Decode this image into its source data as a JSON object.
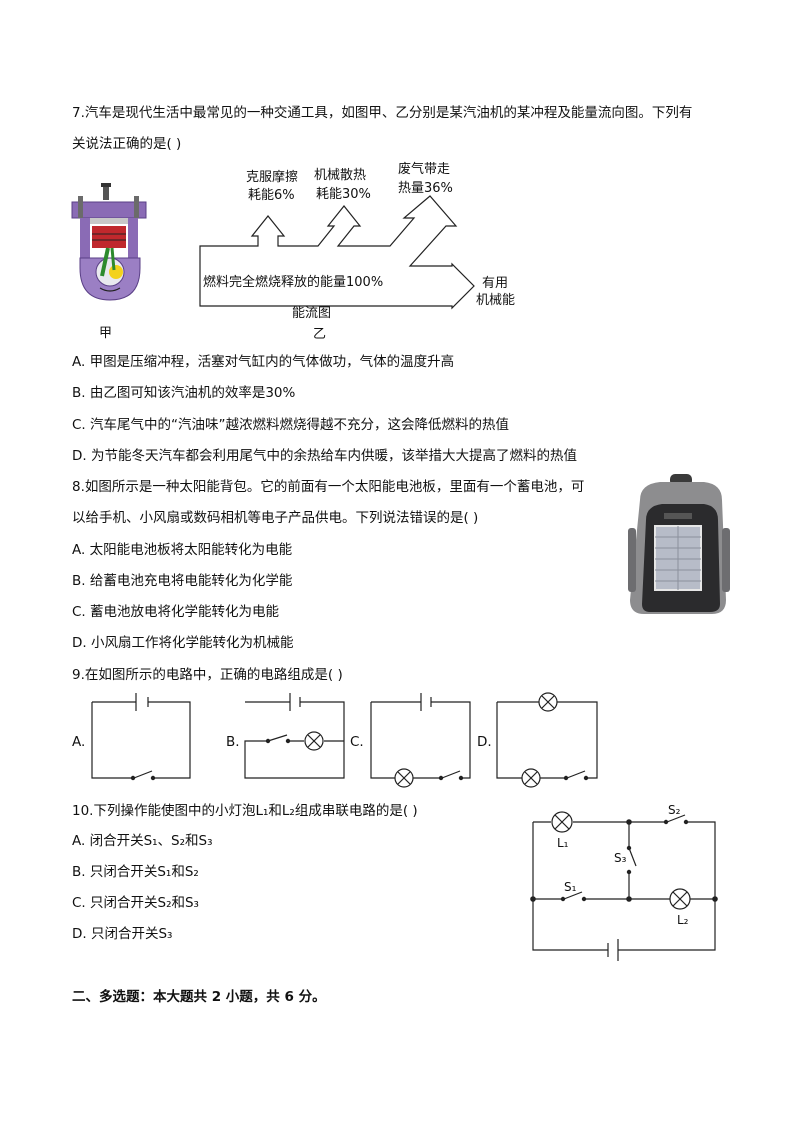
{
  "q7": {
    "stem_line1": "7.汽车是现代生活中最常见的一种交通工具，如图甲、乙分别是某汽油机的某冲程及能量流向图。下列有",
    "stem_line2": "关说法正确的是(   )",
    "fig_jia_label": "甲",
    "fig_yi_label": "乙",
    "flow": {
      "label_friction_1": "克服摩擦",
      "label_friction_2": "耗能6%",
      "label_heat_1": "机械散热",
      "label_heat_2": "耗能30%",
      "label_exhaust_1": "废气带走",
      "label_exhaust_2": "热量36%",
      "label_fuel": "燃料完全燃烧释放的能量100%",
      "label_useful_1": "有用",
      "label_useful_2": "机械能",
      "caption": "能流图"
    },
    "options": [
      "A. 甲图是压缩冲程，活塞对气缸内的气体做功，气体的温度升高",
      "B. 由乙图可知该汽油机的效率是30%",
      "C. 汽车尾气中的“汽油味”越浓燃料燃烧得越不充分，这会降低燃料的热值",
      "D. 为节能冬天汽车都会利用尾气中的余热给车内供暖，该举措大大提高了燃料的热值"
    ]
  },
  "q8": {
    "stem_line1": "8.如图所示是一种太阳能背包。它的前面有一个太阳能电池板，里面有一个蓄电池，可",
    "stem_line2": "以给手机、小风扇或数码相机等电子产品供电。下列说法错误的是(   )",
    "options": [
      "A. 太阳能电池板将太阳能转化为电能",
      "B. 给蓄电池充电将电能转化为化学能",
      "C. 蓄电池放电将化学能转化为电能",
      "D. 小风扇工作将化学能转化为机械能"
    ]
  },
  "q9": {
    "stem": "9.在如图所示的电路中，正确的电路组成是(   )",
    "labels": [
      "A.",
      "B.",
      "C.",
      "D."
    ]
  },
  "q10": {
    "stem": "10.下列操作能使图中的小灯泡L₁和L₂组成串联电路的是(   )",
    "options": [
      "A. 闭合开关S₁、S₂和S₃",
      "B. 只闭合开关S₁和S₂",
      "C. 只闭合开关S₂和S₃",
      "D. 只闭合开关S₃"
    ],
    "circuit_labels": {
      "L1": "L₁",
      "L2": "L₂",
      "S1": "S₁",
      "S2": "S₂",
      "S3": "S₃"
    }
  },
  "section2": {
    "heading": "二、多选题：本大题共 2 小题，共 6 分。"
  }
}
